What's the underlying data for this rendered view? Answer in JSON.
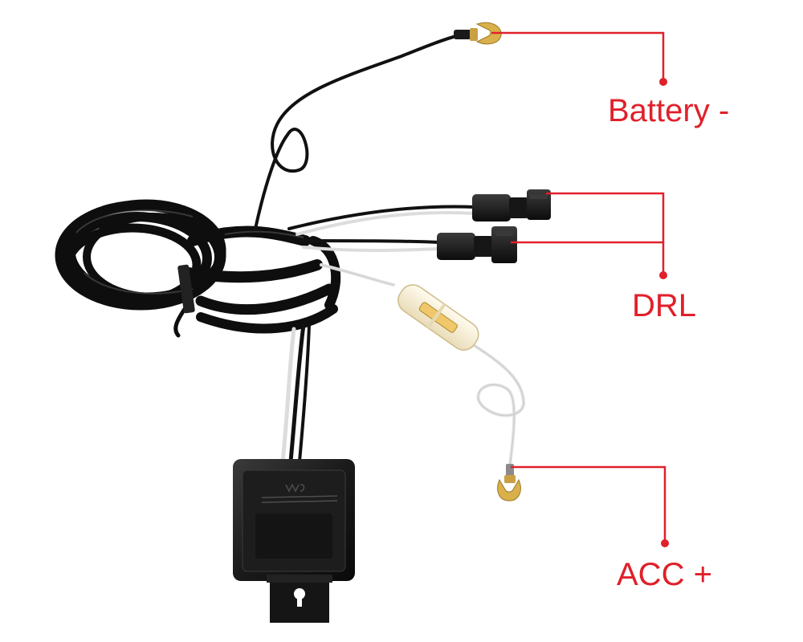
{
  "labels": {
    "battery": "Battery -",
    "drl": "DRL",
    "acc": "ACC +"
  },
  "colors": {
    "annotation": "#e0202a",
    "wire_black": "#111111",
    "wire_white": "#e6e6e6",
    "terminal": "#d9b04a",
    "fuse_body": "#f4ead0"
  }
}
